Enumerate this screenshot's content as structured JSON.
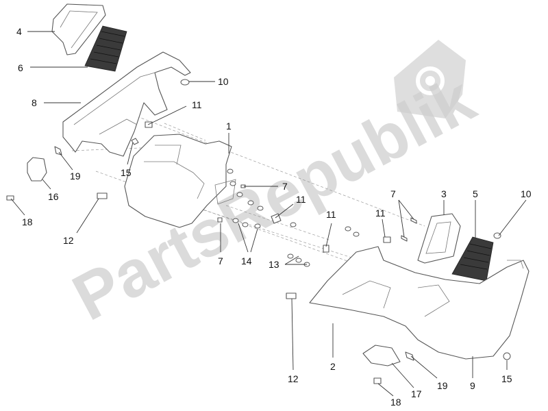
{
  "watermark": {
    "text": "PartsRepublik",
    "color": "#cfcfcf"
  },
  "callouts": [
    {
      "id": "c4a",
      "label": "4"
    },
    {
      "id": "c6",
      "label": "6"
    },
    {
      "id": "c8",
      "label": "8"
    },
    {
      "id": "c10a",
      "label": "10"
    },
    {
      "id": "c11a",
      "label": "11"
    },
    {
      "id": "c1",
      "label": "1"
    },
    {
      "id": "c19a",
      "label": "19"
    },
    {
      "id": "c15a",
      "label": "15"
    },
    {
      "id": "c16",
      "label": "16"
    },
    {
      "id": "c18a",
      "label": "18"
    },
    {
      "id": "c12a",
      "label": "12"
    },
    {
      "id": "c7a",
      "label": "7"
    },
    {
      "id": "c11b",
      "label": "11"
    },
    {
      "id": "c7b",
      "label": "7"
    },
    {
      "id": "c14",
      "label": "14"
    },
    {
      "id": "c13",
      "label": "13"
    },
    {
      "id": "c11c",
      "label": "11"
    },
    {
      "id": "c11d",
      "label": "11"
    },
    {
      "id": "c7c",
      "label": "7"
    },
    {
      "id": "c3",
      "label": "3"
    },
    {
      "id": "c5",
      "label": "5"
    },
    {
      "id": "c10b",
      "label": "10"
    },
    {
      "id": "c2",
      "label": "2"
    },
    {
      "id": "c12b",
      "label": "12"
    },
    {
      "id": "c19b",
      "label": "19"
    },
    {
      "id": "c9",
      "label": "9"
    },
    {
      "id": "c15b",
      "label": "15"
    },
    {
      "id": "c17",
      "label": "17"
    },
    {
      "id": "c18b",
      "label": "18"
    }
  ]
}
